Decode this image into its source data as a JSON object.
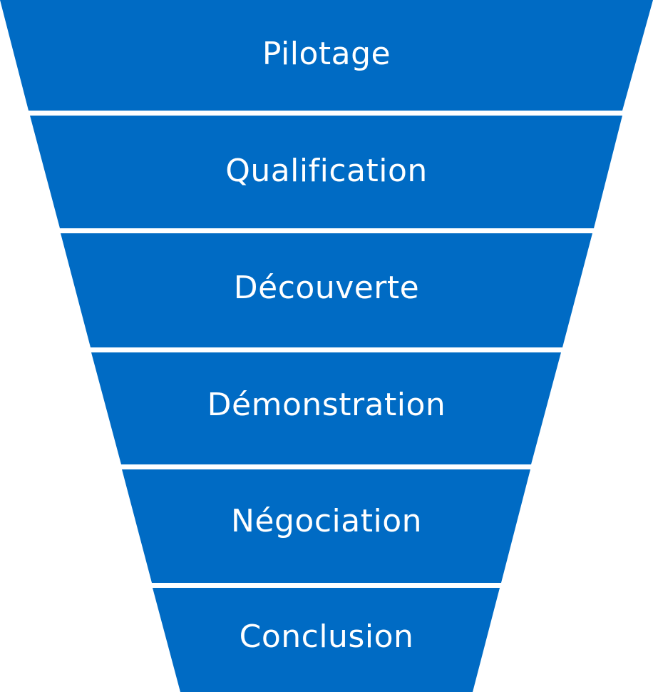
{
  "colors": {
    "stage_fill": "#006BC4",
    "separator": "#FFFFFF",
    "label": "#FFFFFF"
  },
  "funnel": {
    "stages": [
      {
        "label": "Pilotage"
      },
      {
        "label": "Qualification"
      },
      {
        "label": "Découverte"
      },
      {
        "label": "Démonstration"
      },
      {
        "label": "Négociation"
      },
      {
        "label": "Conclusion"
      }
    ]
  }
}
